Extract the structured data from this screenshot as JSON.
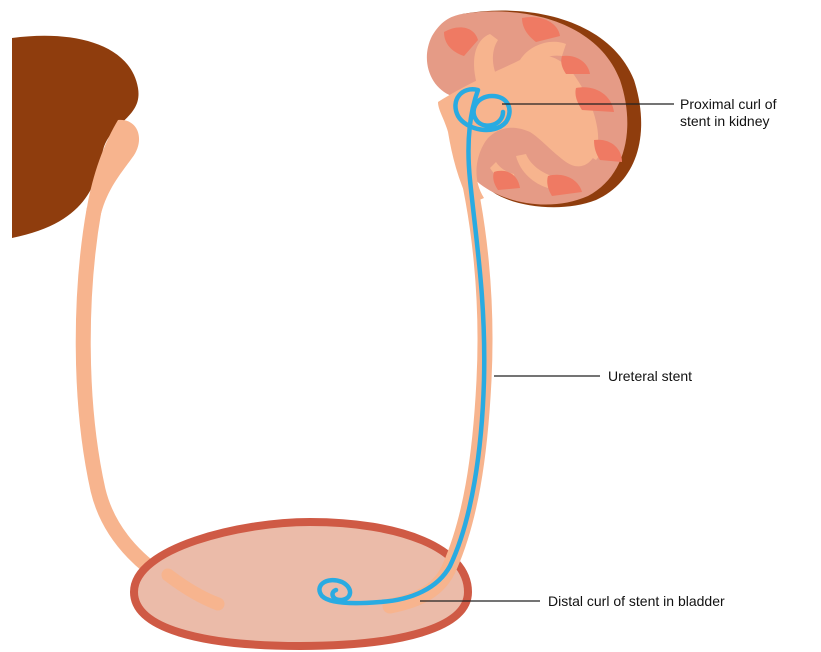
{
  "labels": {
    "proximal": {
      "line1": "Proximal curl of",
      "line2": "stent in kidney"
    },
    "ureteral": "Ureteral stent",
    "distal": "Distal curl of stent in bladder"
  },
  "colors": {
    "kidney_dark": "#8f3d0d",
    "kidney_body": "#e59b86",
    "kidney_pelvis": "#f7b48e",
    "kidney_pyramid": "#ef7a63",
    "ureter": "#f7b48e",
    "bladder_wall": "#cf5a45",
    "bladder_body": "#ebbba9",
    "stent": "#29abe2",
    "leader": "#222222"
  }
}
